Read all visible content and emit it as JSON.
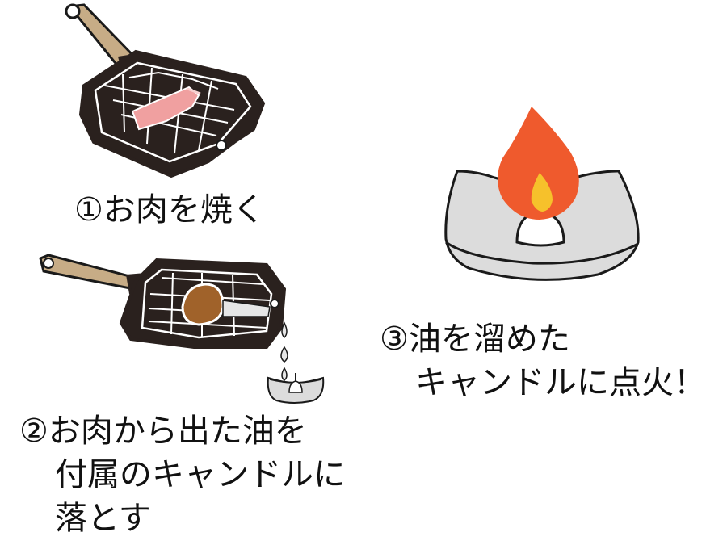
{
  "steps": [
    {
      "lines": [
        "①お肉を焼く"
      ]
    },
    {
      "lines": [
        "②お肉から出た油を",
        "付属のキャンドルに",
        "落とす"
      ]
    },
    {
      "lines": [
        "③油を溜めた",
        "キャンドルに点火！"
      ]
    }
  ],
  "colors": {
    "pan": "#2a211e",
    "pan_outline": "#ffffff",
    "handle": "#c7ac86",
    "meat_raw": "#f0a0a0",
    "meat_cooked": "#a0622a",
    "candle_body": "#dcdcdc",
    "candle_outline": "#1a1a1a",
    "flame_outer": "#ef5a2d",
    "flame_inner": "#f6c12b",
    "oil_drop": "#e6e6e6"
  }
}
